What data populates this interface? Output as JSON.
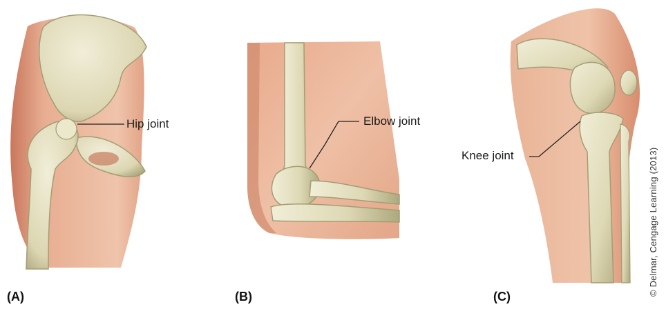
{
  "panels": [
    {
      "letter": "(A)",
      "joint_label": "Hip joint"
    },
    {
      "letter": "(B)",
      "joint_label": "Elbow joint"
    },
    {
      "letter": "(C)",
      "joint_label": "Knee joint"
    }
  ],
  "credit": "© Delmar, Cengage Learning (2013)",
  "colors": {
    "skin": "#e8b294",
    "skin_shadow": "#cf8266",
    "bone": "#e6e2c4",
    "bone_shadow": "#b8b28a",
    "line": "#222222"
  }
}
